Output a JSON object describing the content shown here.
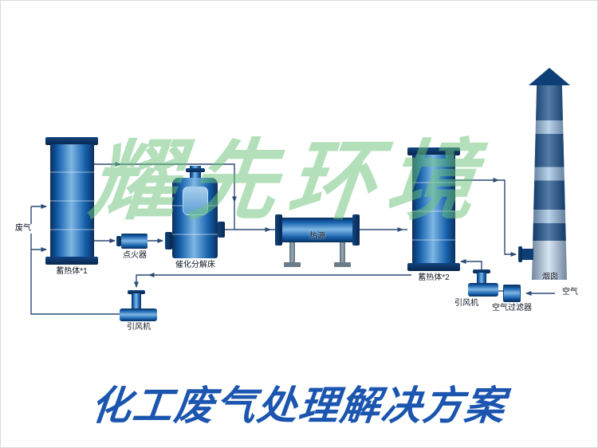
{
  "watermark": {
    "text": "耀先环境"
  },
  "title": {
    "text": "化工废气处理解决方案"
  },
  "diagram": {
    "labels": {
      "waste_gas": "废气",
      "regenerator_1": "蓄热体*1",
      "igniter": "点火器",
      "catalytic_bed": "催化分解床",
      "heat_source": "热源",
      "regenerator_2": "蓄热体*2",
      "induced_fan_left": "引风机",
      "induced_fan_right": "引风机",
      "air_filter": "空气过滤器",
      "air": "空气",
      "chimney": "烟囱"
    },
    "colors": {
      "vessel_dark": "#0a2f5e",
      "vessel_mid": "#1660ac",
      "vessel_light": "#7db6e4",
      "chimney_band_dark": "#134a85",
      "chimney_band_light": "#9fc2e2",
      "flow_line": "#2b4a74",
      "watermark_green": "#6ec37a",
      "title_blue": "#1b55af"
    }
  }
}
